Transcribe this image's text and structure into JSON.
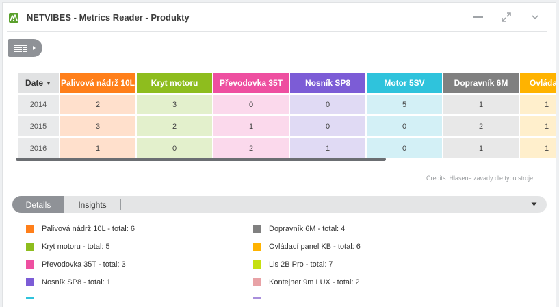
{
  "header": {
    "title": "NETVIBES - Metrics Reader - Produkty"
  },
  "table": {
    "date_header": "Date",
    "columns": [
      {
        "label": "Palivová nádrž 10L",
        "color": "#ff7f1a",
        "light": "#ffe0cc"
      },
      {
        "label": "Kryt motoru",
        "color": "#8ebd1e",
        "light": "#e3f0cc"
      },
      {
        "label": "Převodovka 35T",
        "color": "#ee4fa0",
        "light": "#fbd9ec"
      },
      {
        "label": "Nosník SP8",
        "color": "#7c5cd6",
        "light": "#e0daf4"
      },
      {
        "label": "Motor 5SV",
        "color": "#2fc3dc",
        "light": "#d3f0f6"
      },
      {
        "label": "Dopravník 6M",
        "color": "#808080",
        "light": "#e8e8e8"
      },
      {
        "label": "Ovládací panel KB",
        "color": "#ffb300",
        "light": "#ffefcc"
      }
    ],
    "rows": [
      {
        "date": "2014",
        "values": [
          "2",
          "3",
          "0",
          "0",
          "5",
          "1",
          "1"
        ]
      },
      {
        "date": "2015",
        "values": [
          "3",
          "2",
          "1",
          "0",
          "0",
          "2",
          "1"
        ]
      },
      {
        "date": "2016",
        "values": [
          "1",
          "0",
          "2",
          "1",
          "0",
          "1",
          "1"
        ]
      }
    ]
  },
  "credits": "Credits: Hlasene zavady dle typu stroje",
  "tabs": {
    "details": "Details",
    "insights": "Insights"
  },
  "legend": {
    "left": [
      {
        "label": "Palivová nádrž 10L - total: 6",
        "color": "#ff7f1a"
      },
      {
        "label": "Kryt motoru - total: 5",
        "color": "#8ebd1e"
      },
      {
        "label": "Převodovka 35T - total: 3",
        "color": "#ee4fa0"
      },
      {
        "label": "Nosník SP8 - total: 1",
        "color": "#7c5cd6"
      }
    ],
    "right": [
      {
        "label": "Dopravník 6M - total: 4",
        "color": "#808080"
      },
      {
        "label": "Ovládací panel KB - total: 6",
        "color": "#ffb300"
      },
      {
        "label": "Lis 2B Pro - total: 7",
        "color": "#c6e010"
      },
      {
        "label": "Kontejner 9m LUX - total: 2",
        "color": "#e8a2a6"
      }
    ],
    "stub_colors": [
      "#2fc3dc",
      "#a98fdc"
    ]
  }
}
